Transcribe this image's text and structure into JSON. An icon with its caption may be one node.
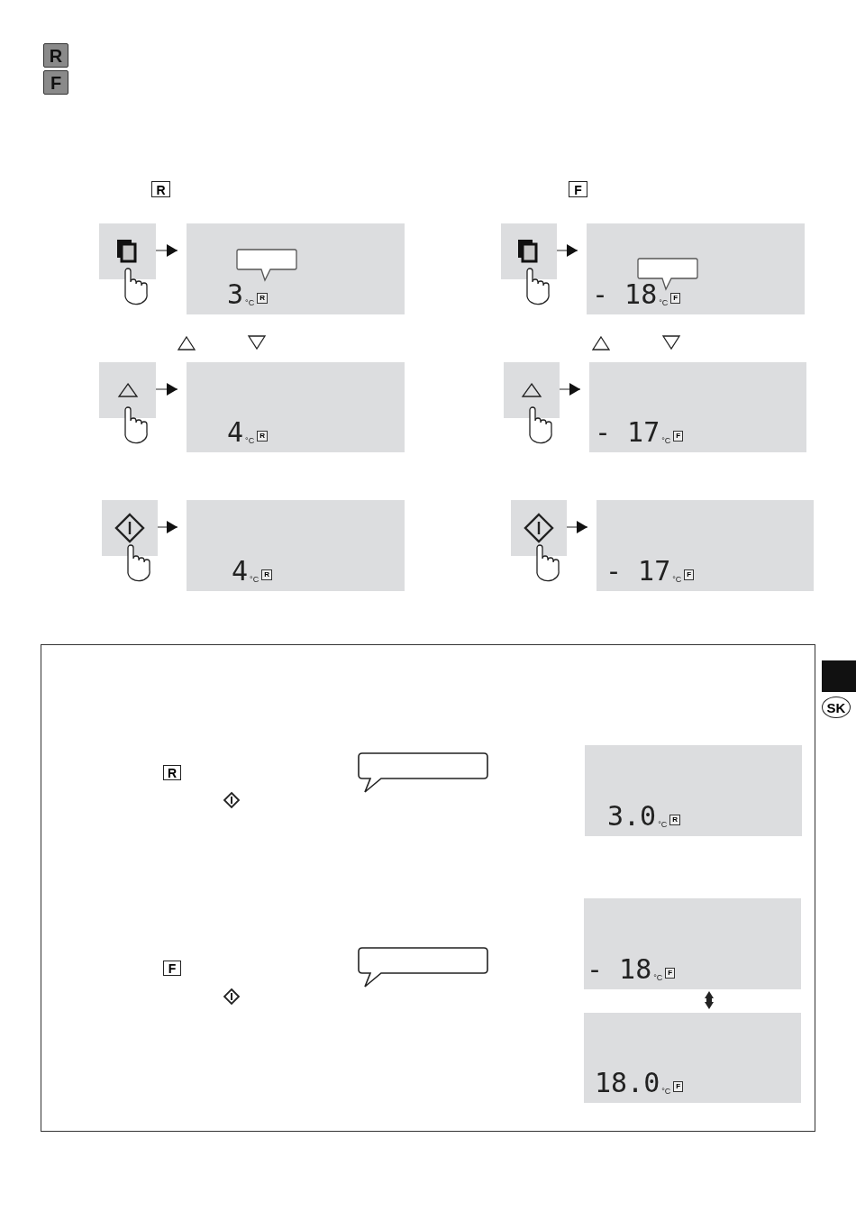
{
  "diagram": {
    "nodes": [
      {
        "text": [],
        "shape": "box"
      },
      {
        "text": [
          "3",
          "°C",
          "R"
        ]
      },
      {
        "text": [],
        "shape": "box"
      },
      {
        "text": [
          "- 18",
          "°C",
          "F"
        ]
      },
      {
        "text": [],
        "shape": "box"
      },
      {
        "text": [
          "4",
          "°C",
          "R"
        ]
      },
      {
        "text": [],
        "shape": "box"
      },
      {
        "text": [
          "- 17",
          "°C",
          "F"
        ]
      },
      {
        "text": [],
        "shape": "box"
      },
      {
        "text": [
          "4",
          "°C",
          "R"
        ]
      },
      {
        "text": [],
        "shape": "box"
      },
      {
        "text": [
          "- 17",
          "°C",
          "F"
        ]
      },
      {
        "text": [],
        "shape": "box"
      },
      {
        "text": [],
        "shape": "bubble",
        "in": 12
      },
      {
        "text": [
          "3.0",
          "°C",
          "R"
        ],
        "in": 12
      },
      {
        "text": [],
        "shape": "bubble",
        "in": 12
      },
      {
        "text": [
          "- 18",
          "°C",
          "F"
        ],
        "in": 12
      },
      {
        "text": [
          "18.0",
          "°C",
          "F"
        ],
        "in": 12
      }
    ],
    "edges": [
      {
        "from": 0,
        "to": 1,
        "arrow": "to"
      },
      {
        "from": 2,
        "to": 3,
        "arrow": "to"
      },
      {
        "from": 4,
        "to": 5,
        "arrow": "to"
      },
      {
        "from": 6,
        "to": 7,
        "arrow": "to"
      },
      {
        "from": 8,
        "to": 9,
        "arrow": "to"
      },
      {
        "from": 10,
        "to": 11,
        "arrow": "to"
      },
      {
        "from": 16,
        "to": 17,
        "arrow": "both",
        "style": "thick"
      }
    ],
    "labels": [
      "R",
      "F",
      "R",
      "F",
      "R",
      "F",
      "SK"
    ]
  }
}
